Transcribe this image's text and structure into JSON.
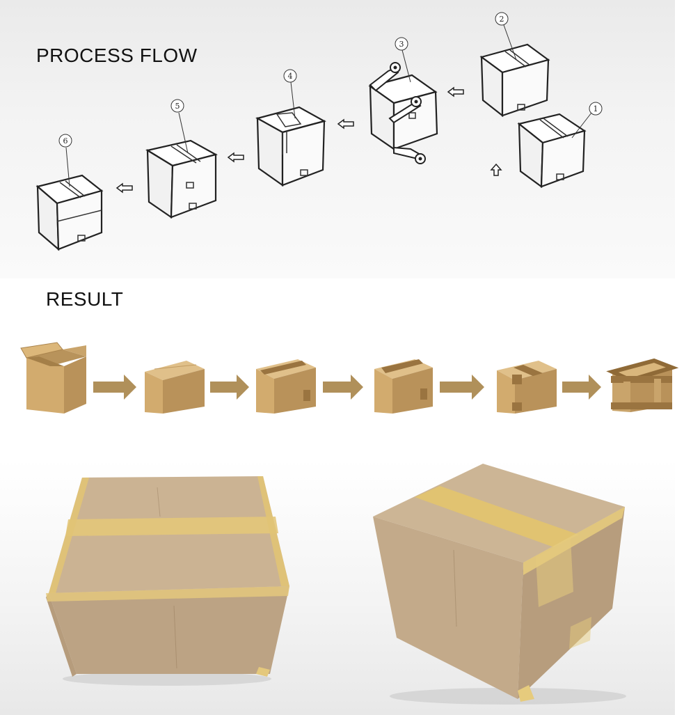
{
  "process_flow": {
    "title": "PROCESS FLOW",
    "steps": [
      {
        "label": "1"
      },
      {
        "label": "2"
      },
      {
        "label": "3"
      },
      {
        "label": "4"
      },
      {
        "label": "5"
      },
      {
        "label": "6"
      }
    ]
  },
  "result": {
    "title": "RESULT",
    "sequence_count": 6
  },
  "colors": {
    "cardboard": "#c9a46b",
    "cardboard_dark": "#a9834c",
    "tape": "#e2c36a",
    "arrow": "#b0905a",
    "line": "#222222"
  }
}
